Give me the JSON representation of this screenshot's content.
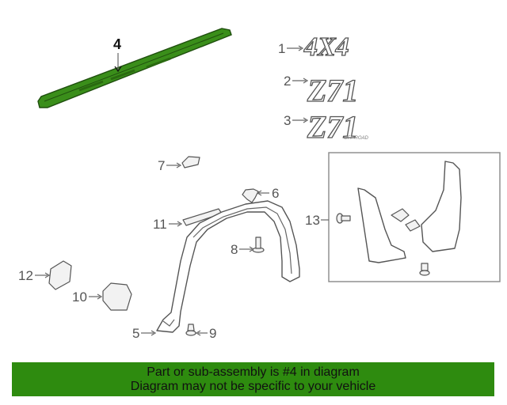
{
  "callouts": {
    "c1": "1",
    "c2": "2",
    "c3": "3",
    "c4": "4",
    "c5": "5",
    "c6": "6",
    "c7": "7",
    "c8": "8",
    "c9": "9",
    "c10": "10",
    "c11": "11",
    "c12": "12",
    "c13": "13"
  },
  "badges": {
    "fourbyfour": "4X4",
    "z71": "Z71",
    "z71_offroad": "Z71",
    "offroad_text": "OFF ROAD"
  },
  "colors": {
    "highlight_part": "#3a8e1a",
    "banner_bg": "#2e8b0f",
    "line": "#555555"
  },
  "banner": {
    "line1": "Part or sub-assembly is #4 in diagram",
    "line2": "Diagram may not be specific to your vehicle"
  }
}
